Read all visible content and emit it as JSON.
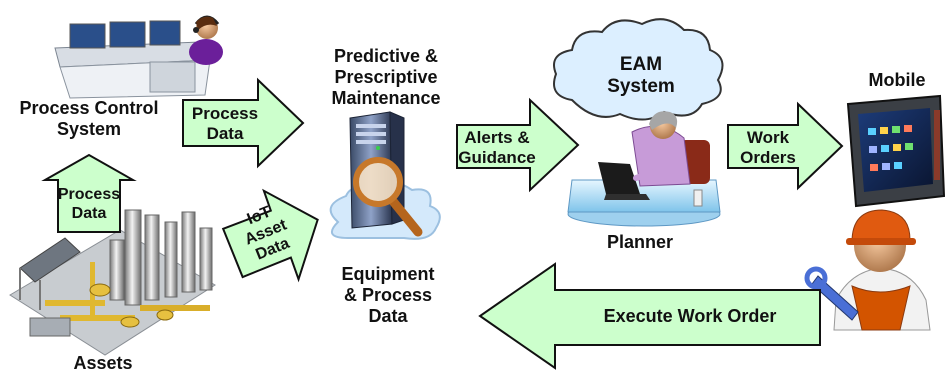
{
  "diagram": {
    "labels": {
      "process_control_system": [
        "Process Control",
        "System"
      ],
      "assets": "Assets",
      "predictive": [
        "Predictive &",
        "Prescriptive",
        "Maintenance"
      ],
      "equipment": [
        "Equipment",
        "& Process",
        "Data"
      ],
      "eam": [
        "EAM",
        "System"
      ],
      "planner": "Planner",
      "mobile": "Mobile"
    },
    "arrows": {
      "process_data_up": [
        "Process",
        "Data"
      ],
      "process_data_right": [
        "Process",
        "Data"
      ],
      "iot_asset_data": [
        "IoT",
        "Asset",
        "Data"
      ],
      "alerts_guidance": [
        "Alerts &",
        "Guidance"
      ],
      "work_orders": [
        "Work",
        "Orders"
      ],
      "execute_work_order": "Execute Work Order"
    },
    "colors": {
      "arrow_fill": "#ccffcc",
      "arrow_stroke": "#111111",
      "cloud_fill": "#dcefff",
      "cloud_stroke": "#333333"
    },
    "icons": [
      "control-room-console-icon",
      "operator-headset-icon",
      "industrial-plant-icon",
      "server-magnifier-icon",
      "planner-at-laptop-icon",
      "rugged-tablet-icon",
      "technician-wrench-icon"
    ]
  }
}
